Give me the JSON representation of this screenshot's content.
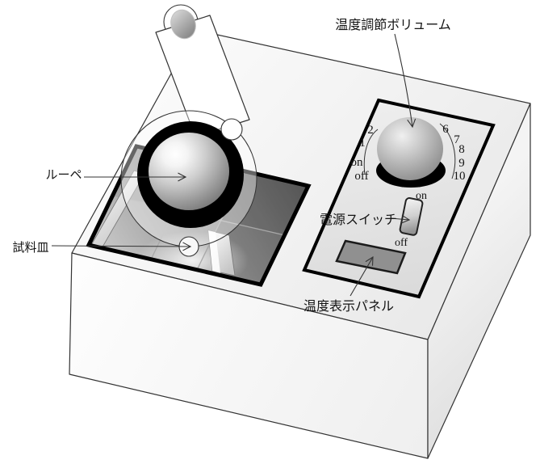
{
  "device": {
    "labels": {
      "loupe": "ルーペ",
      "sample_dish": "試料皿",
      "temperature_knob": "温度調節ボリューム",
      "power_switch": "電源スイッチ",
      "temperature_display": "温度表示パネル"
    },
    "dial_marks": [
      "off",
      "on",
      "1",
      "2",
      "6",
      "7",
      "8",
      "9",
      "10"
    ],
    "switch_marks": {
      "on": "on",
      "off": "off"
    },
    "colors": {
      "line": "#333333",
      "plate_border": "#000000",
      "plate_dark": "#5f5f5f",
      "plate_light": "#d6d6d6",
      "lens_ring": "#000000",
      "panel_fill": "#e9e9e9",
      "display_fill": "#909090"
    }
  }
}
